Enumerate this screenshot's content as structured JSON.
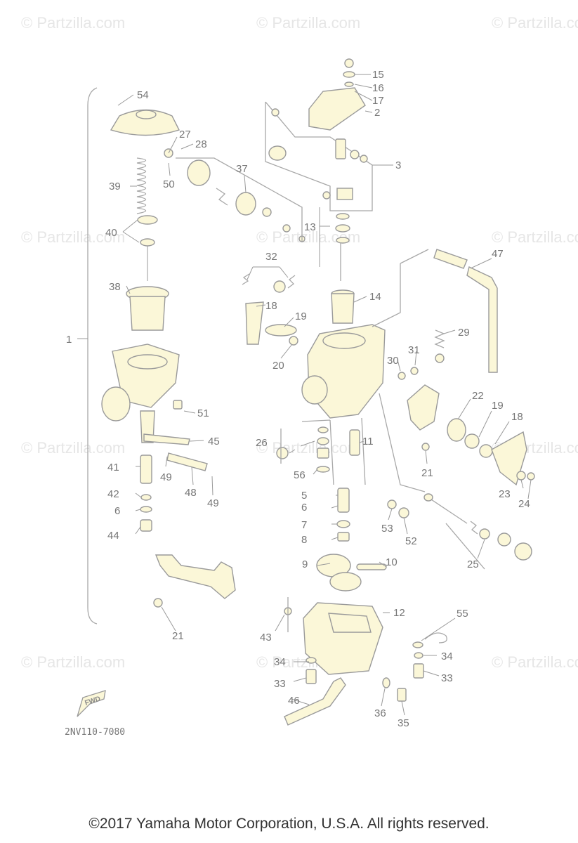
{
  "watermark": "© Partzilla.com",
  "diagram_code": "2NV110-7080",
  "fwd_label": "FWD",
  "copyright": "©2017  Yamaha Motor Corporation, U.S.A. All rights reserved.",
  "colors": {
    "part_fill": "#fbf7d8",
    "line": "#9a9a9a",
    "label": "#777777"
  },
  "callouts": {
    "c1": "1",
    "c2": "2",
    "c3": "3",
    "c5": "5",
    "c6a": "6",
    "c6b": "6",
    "c7": "7",
    "c8": "8",
    "c9": "9",
    "c10": "10",
    "c11": "11",
    "c12": "12",
    "c13": "13",
    "c14": "14",
    "c15": "15",
    "c16": "16",
    "c17": "17",
    "c18a": "18",
    "c18b": "18",
    "c19a": "19",
    "c19b": "19",
    "c20": "20",
    "c21a": "21",
    "c21b": "21",
    "c22": "22",
    "c23": "23",
    "c24": "24",
    "c25": "25",
    "c26": "26",
    "c27": "27",
    "c28": "28",
    "c29": "29",
    "c30": "30",
    "c31": "31",
    "c32": "32",
    "c33a": "33",
    "c33b": "33",
    "c34a": "34",
    "c34b": "34",
    "c35": "35",
    "c36": "36",
    "c37": "37",
    "c38": "38",
    "c39": "39",
    "c40": "40",
    "c41": "41",
    "c42": "42",
    "c43": "43",
    "c44": "44",
    "c45": "45",
    "c46": "46",
    "c47": "47",
    "c48": "48",
    "c49a": "49",
    "c49b": "49",
    "c50": "50",
    "c51": "51",
    "c52": "52",
    "c53": "53",
    "c54": "54",
    "c55": "55",
    "c56": "56"
  }
}
